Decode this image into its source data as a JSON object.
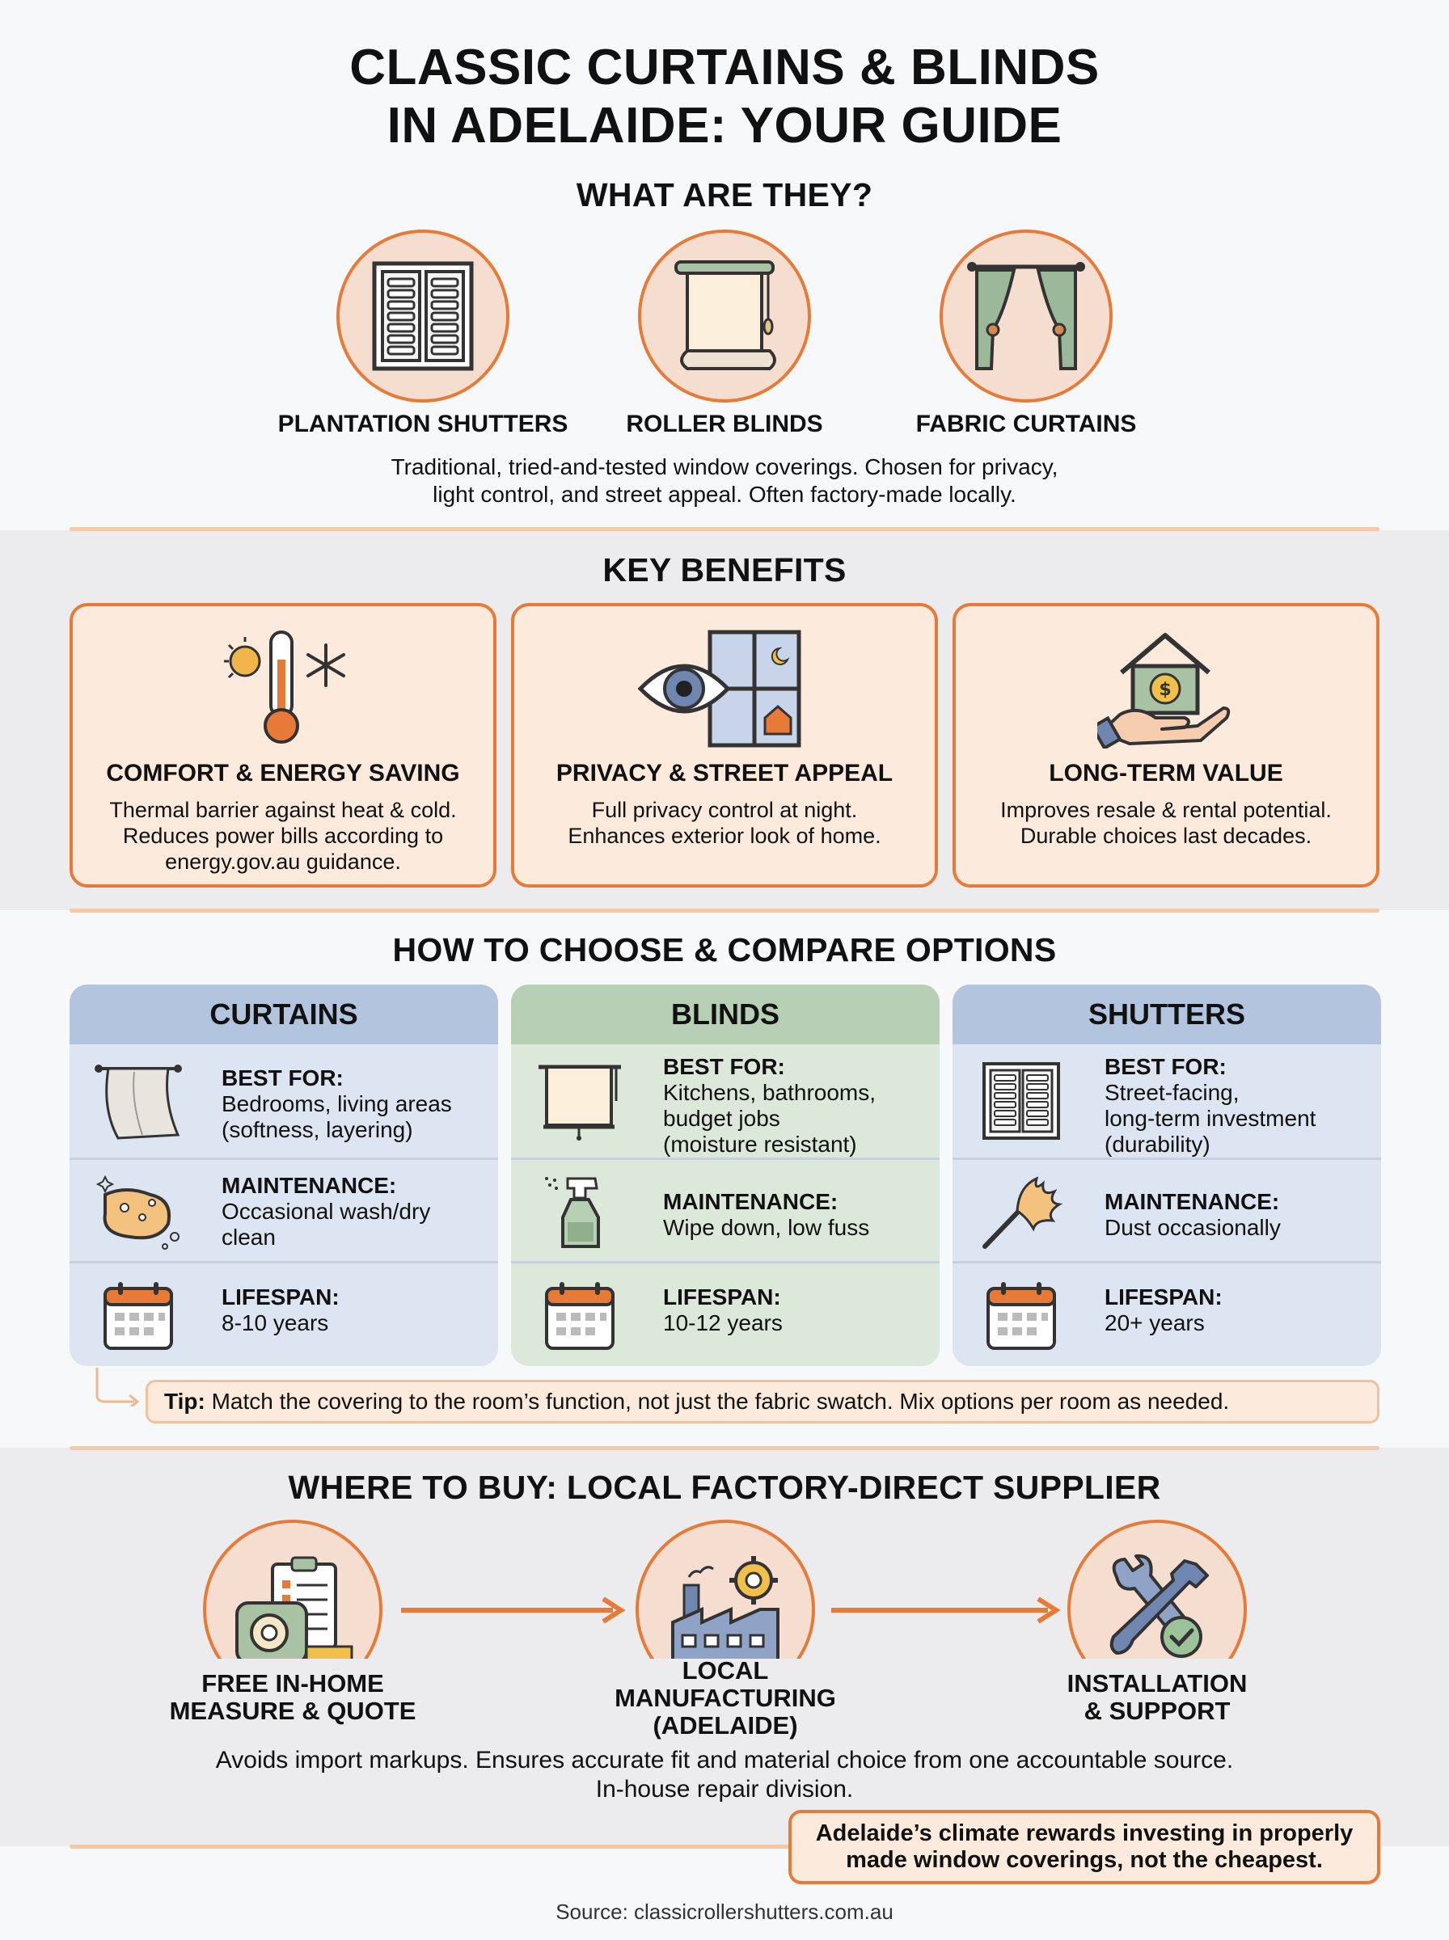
{
  "title_line1": "CLASSIC CURTAINS & BLINDS",
  "title_line2": "IN ADELAIDE: YOUR GUIDE",
  "what": {
    "heading": "WHAT ARE THEY?",
    "types": [
      {
        "label": "PLANTATION SHUTTERS",
        "icon": "shutter-icon"
      },
      {
        "label": "ROLLER BLINDS",
        "icon": "roller-blind-icon"
      },
      {
        "label": "FABRIC CURTAINS",
        "icon": "curtain-icon"
      }
    ],
    "desc_line1": "Traditional, tried-and-tested window coverings. Chosen for privacy,",
    "desc_line2": "light control, and street appeal. Often factory-made locally."
  },
  "benefits": {
    "heading": "KEY BENEFITS",
    "items": [
      {
        "title": "COMFORT & ENERGY SAVING",
        "l1": "Thermal barrier against heat & cold.",
        "l2": "Reduces power bills according to",
        "l3": "energy.gov.au guidance.",
        "icon": "thermometer-icon"
      },
      {
        "title": "PRIVACY & STREET APPEAL",
        "l1": "Full privacy control at night.",
        "l2": "Enhances exterior look of home.",
        "l3": "",
        "icon": "eye-window-icon"
      },
      {
        "title": "LONG-TERM VALUE",
        "l1": "Improves resale & rental potential.",
        "l2": "Durable choices last decades.",
        "l3": "",
        "icon": "house-hand-icon"
      }
    ]
  },
  "compare": {
    "heading": "HOW TO CHOOSE & COMPARE OPTIONS",
    "cards": [
      {
        "name": "CURTAINS",
        "best_label": "BEST FOR:",
        "best": [
          "Bedrooms, living areas",
          "(softness, layering)"
        ],
        "maint_label": "MAINTENANCE:",
        "maint": [
          "Occasional wash/dry",
          "clean"
        ],
        "life_label": "LIFESPAN:",
        "life": "8-10 years"
      },
      {
        "name": "BLINDS",
        "best_label": "BEST FOR:",
        "best": [
          "Kitchens, bathrooms,",
          "budget jobs",
          "(moisture resistant)"
        ],
        "maint_label": "MAINTENANCE:",
        "maint": [
          "Wipe down, low fuss"
        ],
        "life_label": "LIFESPAN:",
        "life": "10-12 years"
      },
      {
        "name": "SHUTTERS",
        "best_label": "BEST FOR:",
        "best": [
          "Street-facing,",
          "long-term investment",
          "(durability)"
        ],
        "maint_label": "MAINTENANCE:",
        "maint": [
          "Dust occasionally"
        ],
        "life_label": "LIFESPAN:",
        "life": "20+ years"
      }
    ],
    "tip_label": "Tip:",
    "tip_text": " Match the covering to the room’s function, not just the fabric swatch. Mix options per room as needed."
  },
  "buy": {
    "heading": "WHERE TO BUY: LOCAL FACTORY-DIRECT SUPPLIER",
    "steps": [
      {
        "l1": "FREE IN-HOME",
        "l2": "MEASURE & QUOTE",
        "l3": ""
      },
      {
        "l1": "LOCAL",
        "l2": "MANUFACTURING",
        "l3": "(ADELAIDE)"
      },
      {
        "l1": "INSTALLATION",
        "l2": "& SUPPORT",
        "l3": ""
      }
    ],
    "desc_line1": "Avoids import markups. Ensures accurate fit and material choice from one accountable source.",
    "desc_line2": "In-house repair division.",
    "callout_l1": "Adelaide’s climate rewards investing in properly",
    "callout_l2": "made window coverings, not the cheapest."
  },
  "source": "Source: classicrollershutters.com.au",
  "colors": {
    "accent": "#e87a38",
    "peach": "#fcebdc",
    "blue_header": "#b3c4de",
    "blue_body": "#dde5f2",
    "green_header": "#b7cfb4",
    "green_body": "#dce8da"
  }
}
